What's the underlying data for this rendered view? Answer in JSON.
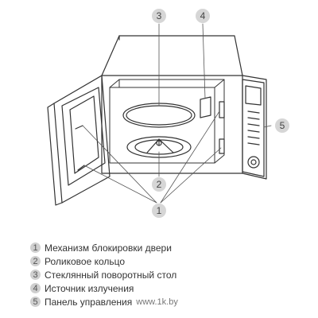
{
  "callouts": [
    "3",
    "4",
    "1",
    "2",
    "5"
  ],
  "legend": {
    "items": [
      {
        "number": "1",
        "text": "Механизм блокировки двери"
      },
      {
        "number": "2",
        "text": "Роликовое кольцо"
      },
      {
        "number": "3",
        "text": "Стеклянный поворотный стол"
      },
      {
        "number": "4",
        "text": "Источник излучения"
      },
      {
        "number": "5",
        "text": "Панель управления"
      }
    ],
    "watermark": "www.1k.by"
  }
}
